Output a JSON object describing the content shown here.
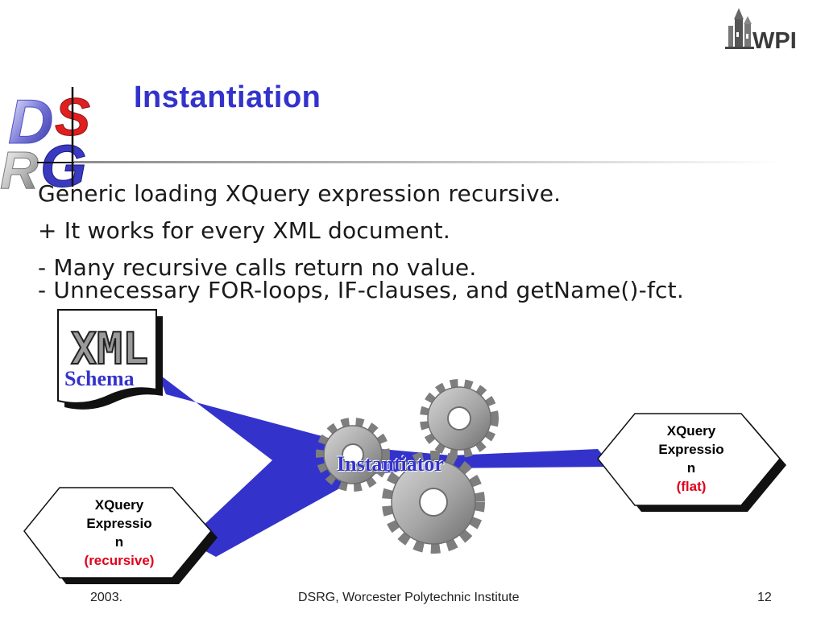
{
  "slide": {
    "title": "Instantiation",
    "bullets": [
      "Generic loading XQuery expression recursive.",
      "+ It works for every XML document.",
      "-  Many recursive calls return no value.",
      "-  Unnecessary FOR-loops, IF-clauses, and getName()-fct."
    ]
  },
  "diagram": {
    "schema_doc": {
      "logo_text": "XML",
      "label": "Schema"
    },
    "process": {
      "label": "Instantiator"
    },
    "input_hexagon": {
      "lines": [
        "XQuery",
        "Expressio",
        "n"
      ],
      "tag": "(recursive)",
      "tag_color": "#e0001b"
    },
    "output_hexagon": {
      "lines": [
        "XQuery",
        "Expressio",
        "n"
      ],
      "tag": "(flat)",
      "tag_color": "#e0001b"
    },
    "flow_color": "#3333cc"
  },
  "logos": {
    "dsrg": {
      "text": "DSRG"
    },
    "wpi": {
      "text": "WPI"
    }
  },
  "footer": {
    "date": "2003.",
    "center": "DSRG,  Worcester Polytechnic Institute",
    "page": "12"
  }
}
